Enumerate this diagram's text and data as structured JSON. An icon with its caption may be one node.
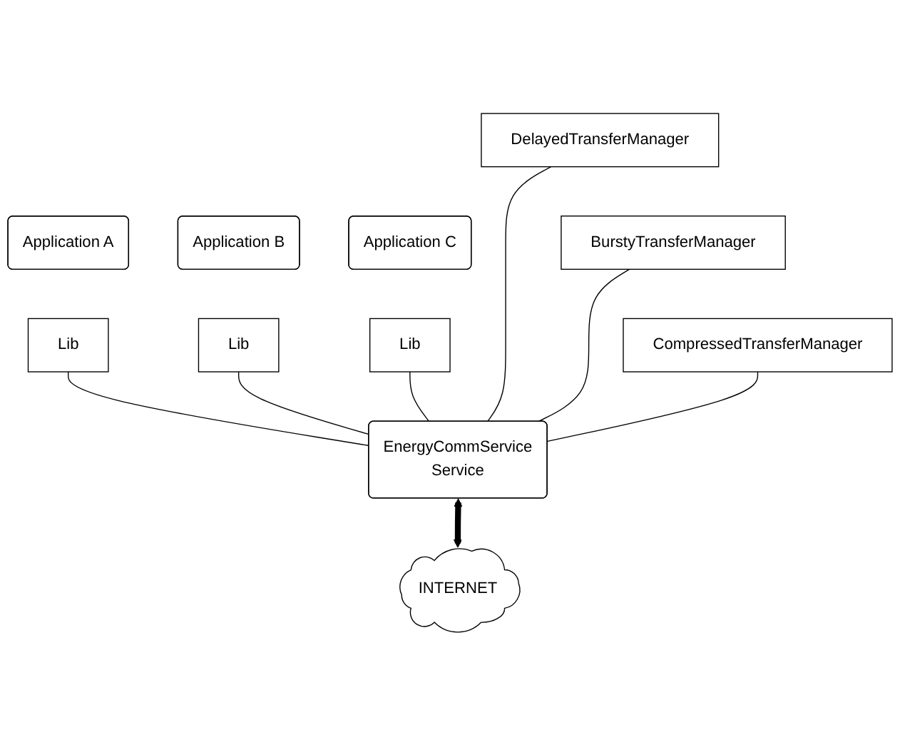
{
  "diagram": {
    "nodes": [
      {
        "text": [
          "Application A"
        ]
      },
      {
        "text": [
          "Lib"
        ]
      },
      {
        "text": [
          "Application B"
        ]
      },
      {
        "text": [
          "Lib"
        ]
      },
      {
        "text": [
          "Application C"
        ]
      },
      {
        "text": [
          "Lib"
        ]
      },
      {
        "text": [
          "DelayedTransferManager"
        ]
      },
      {
        "text": [
          "BurstyTransferManager"
        ]
      },
      {
        "text": [
          "CompressedTransferManager"
        ]
      },
      {
        "text": [
          "EnergyCommService",
          "Service"
        ]
      },
      {
        "text": [
          "INTERNET"
        ]
      }
    ],
    "edges": [
      {
        "from": 1,
        "to": 9,
        "arrow": "none"
      },
      {
        "from": 3,
        "to": 9,
        "arrow": "none"
      },
      {
        "from": 5,
        "to": 9,
        "arrow": "none"
      },
      {
        "from": 6,
        "to": 9,
        "arrow": "none"
      },
      {
        "from": 7,
        "to": 9,
        "arrow": "none"
      },
      {
        "from": 8,
        "to": 9,
        "arrow": "none"
      },
      {
        "from": 9,
        "to": 10,
        "arrow": "both",
        "style": "thick"
      }
    ]
  }
}
